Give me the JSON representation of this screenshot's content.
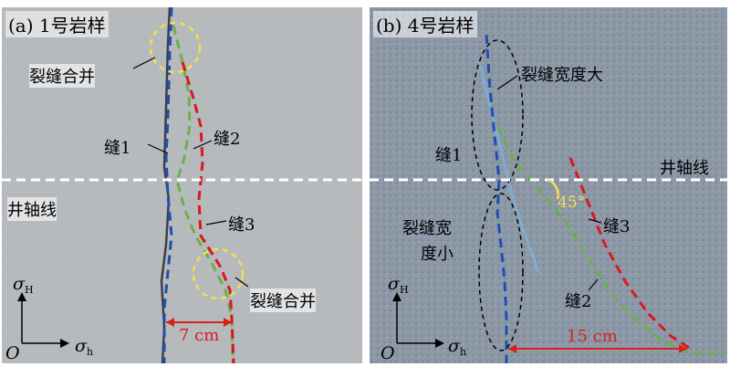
{
  "panel_a": {
    "title": "(a) 1号岩样",
    "merge_top": "裂缝合并",
    "crack1": "缝1",
    "crack2": "缝2",
    "well_axis": "井轴线",
    "crack3": "缝3",
    "merge_bottom": "裂缝合并",
    "width": "7 cm",
    "axis_v": "σ",
    "axis_v_sub": "H",
    "axis_h": "σ",
    "axis_h_sub": "h",
    "origin": "O"
  },
  "panel_b": {
    "title": "(b) 4号岩样",
    "wide_label": "裂缝宽度大",
    "crack1": "缝1",
    "well_axis": "井轴线",
    "narrow_line1": "裂缝宽",
    "narrow_line2": "度小",
    "angle": "45°",
    "crack3": "缝3",
    "crack2": "缝2",
    "width": "15 cm",
    "axis_v": "σ",
    "axis_v_sub": "H",
    "axis_h": "σ",
    "axis_h_sub": "h",
    "origin": "O"
  },
  "colors": {
    "crack1": "#1f4fb3",
    "crack2": "#6ab04c",
    "crack3": "#d7191c",
    "dashed_circle": "#f4e04d",
    "well_axis_line": "#ffffff"
  }
}
